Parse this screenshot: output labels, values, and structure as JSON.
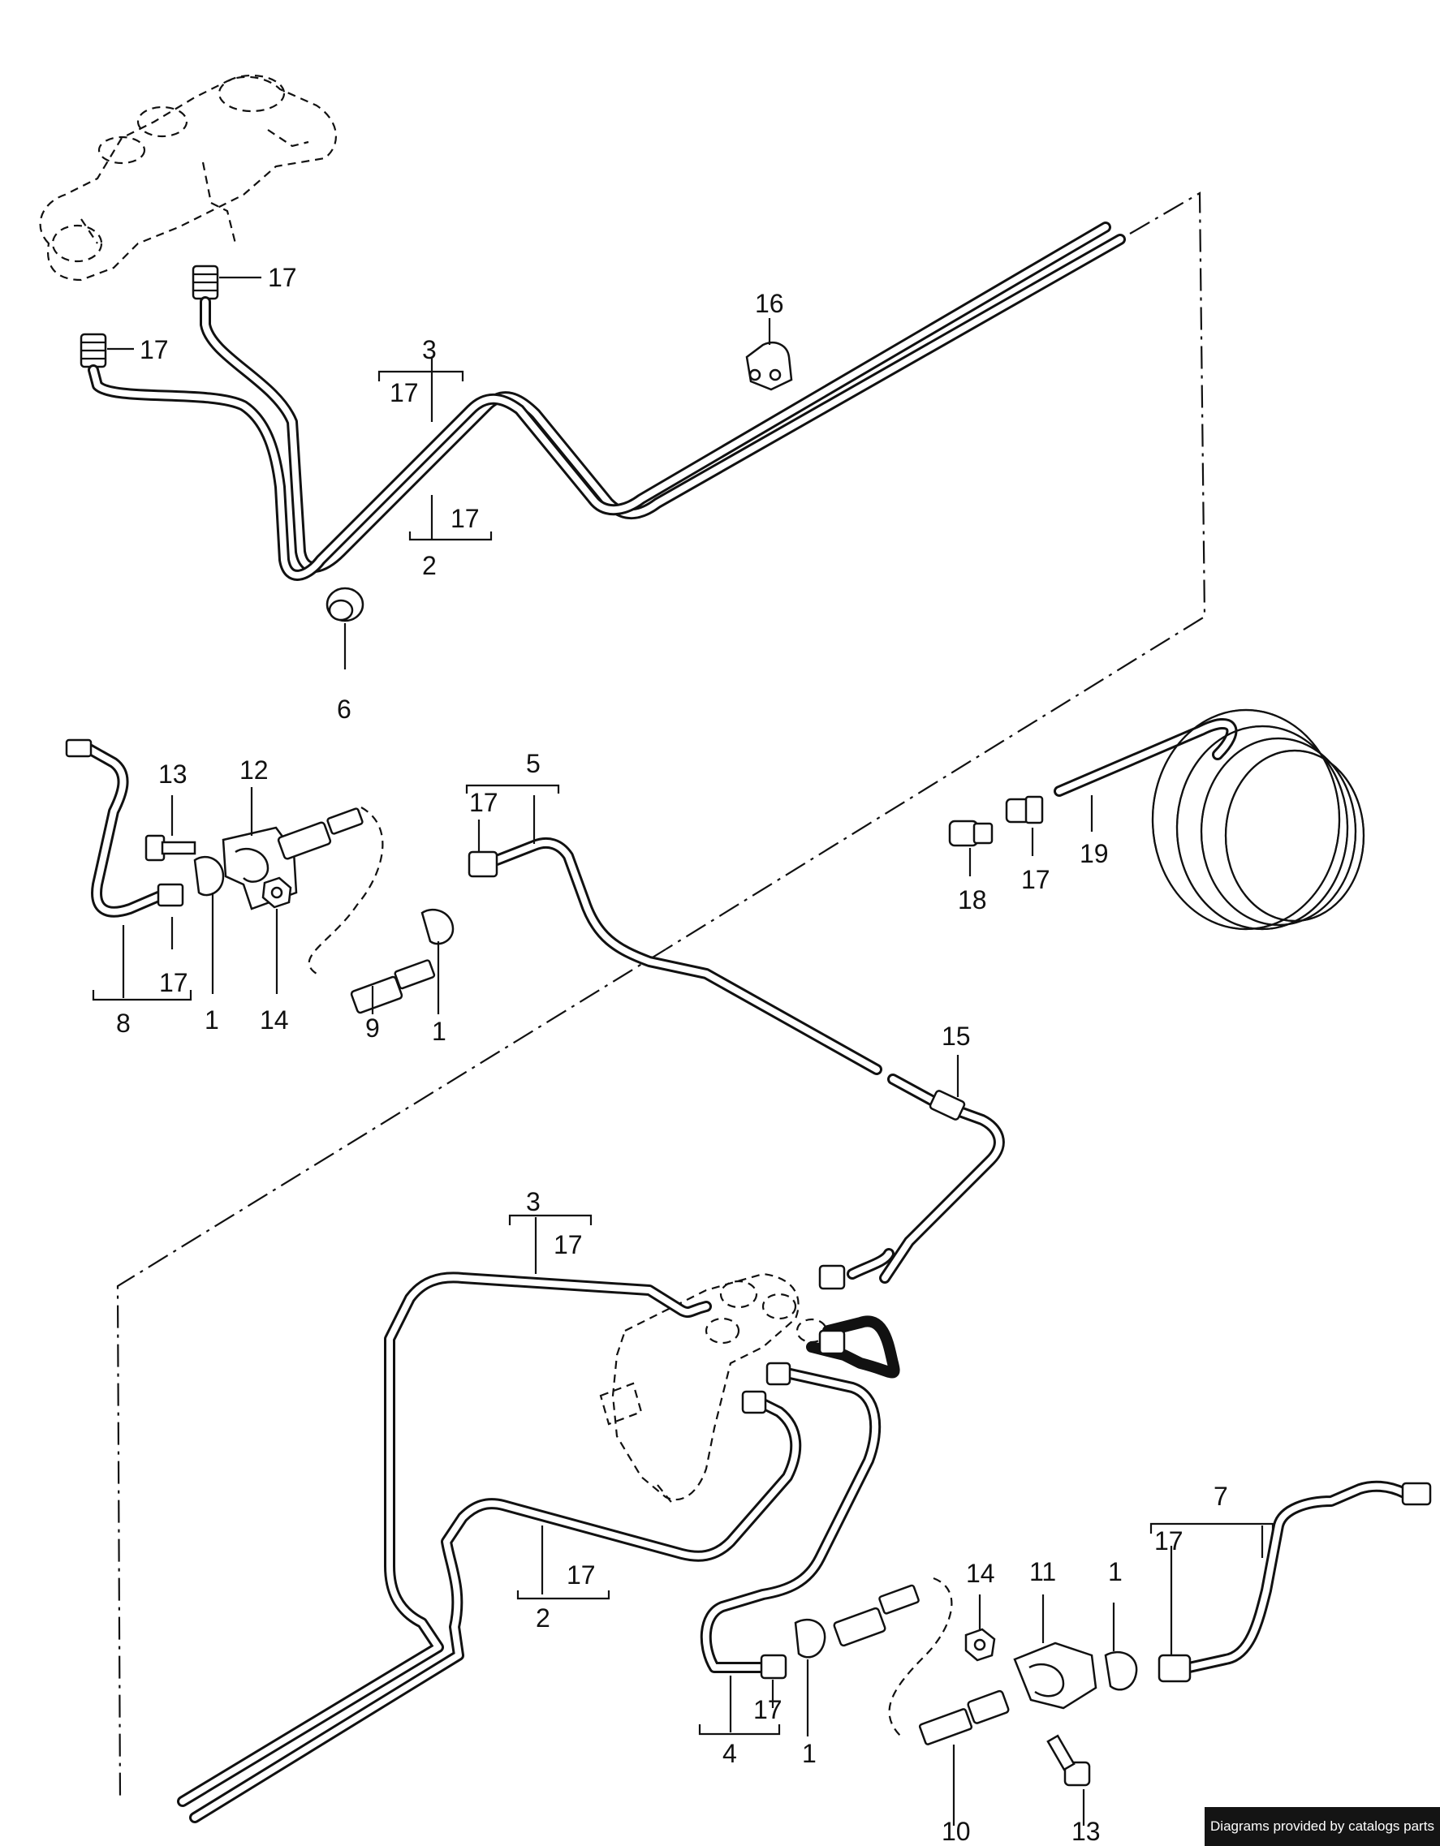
{
  "footer": {
    "text": "Diagrams provided by catalogs parts"
  },
  "callouts": {
    "p17a": "17",
    "p17b": "17",
    "p3_top": "3",
    "p17_3top": "17",
    "p17_2top": "17",
    "p2_top": "2",
    "p16": "16",
    "p6": "6",
    "p13_left": "13",
    "p12": "12",
    "p5": "5",
    "p17_5": "17",
    "p18": "18",
    "p17_18": "17",
    "p19": "19",
    "p17_8": "17",
    "p8": "8",
    "p1_left": "1",
    "p14_left": "14",
    "p9": "9",
    "p1_mid": "1",
    "p15": "15",
    "p3_bot": "3",
    "p17_3bot": "17",
    "p17_2bot": "17",
    "p2_bot": "2",
    "p7": "7",
    "p17_7": "17",
    "p14_right": "14",
    "p11": "11",
    "p1_right": "1",
    "p17_4": "17",
    "p4": "4",
    "p1_bot": "1",
    "p10": "10",
    "p13_right": "13"
  }
}
